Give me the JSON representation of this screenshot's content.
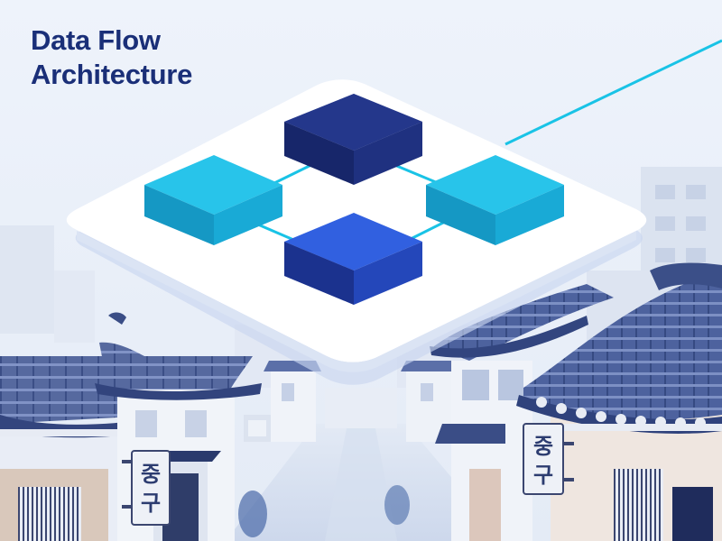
{
  "title": {
    "line1": "Data Flow",
    "line2": "Architecture"
  },
  "signs": {
    "left": {
      "line1": "중",
      "line2": "구"
    },
    "right": {
      "line1": "중",
      "line2": "구"
    }
  },
  "colors": {
    "sky": "#eef3fb",
    "title": "#1a2f78",
    "block_navy": "#1c2d7d",
    "block_blue": "#2b55d9",
    "block_cyan": "#1fb8e0",
    "connector": "#19c3e6",
    "roof_tile": "#4f66a6",
    "wall": "#eef2f8"
  },
  "icons": {
    "platform": "isometric-platform",
    "buildings": "hanok-rooftops"
  }
}
